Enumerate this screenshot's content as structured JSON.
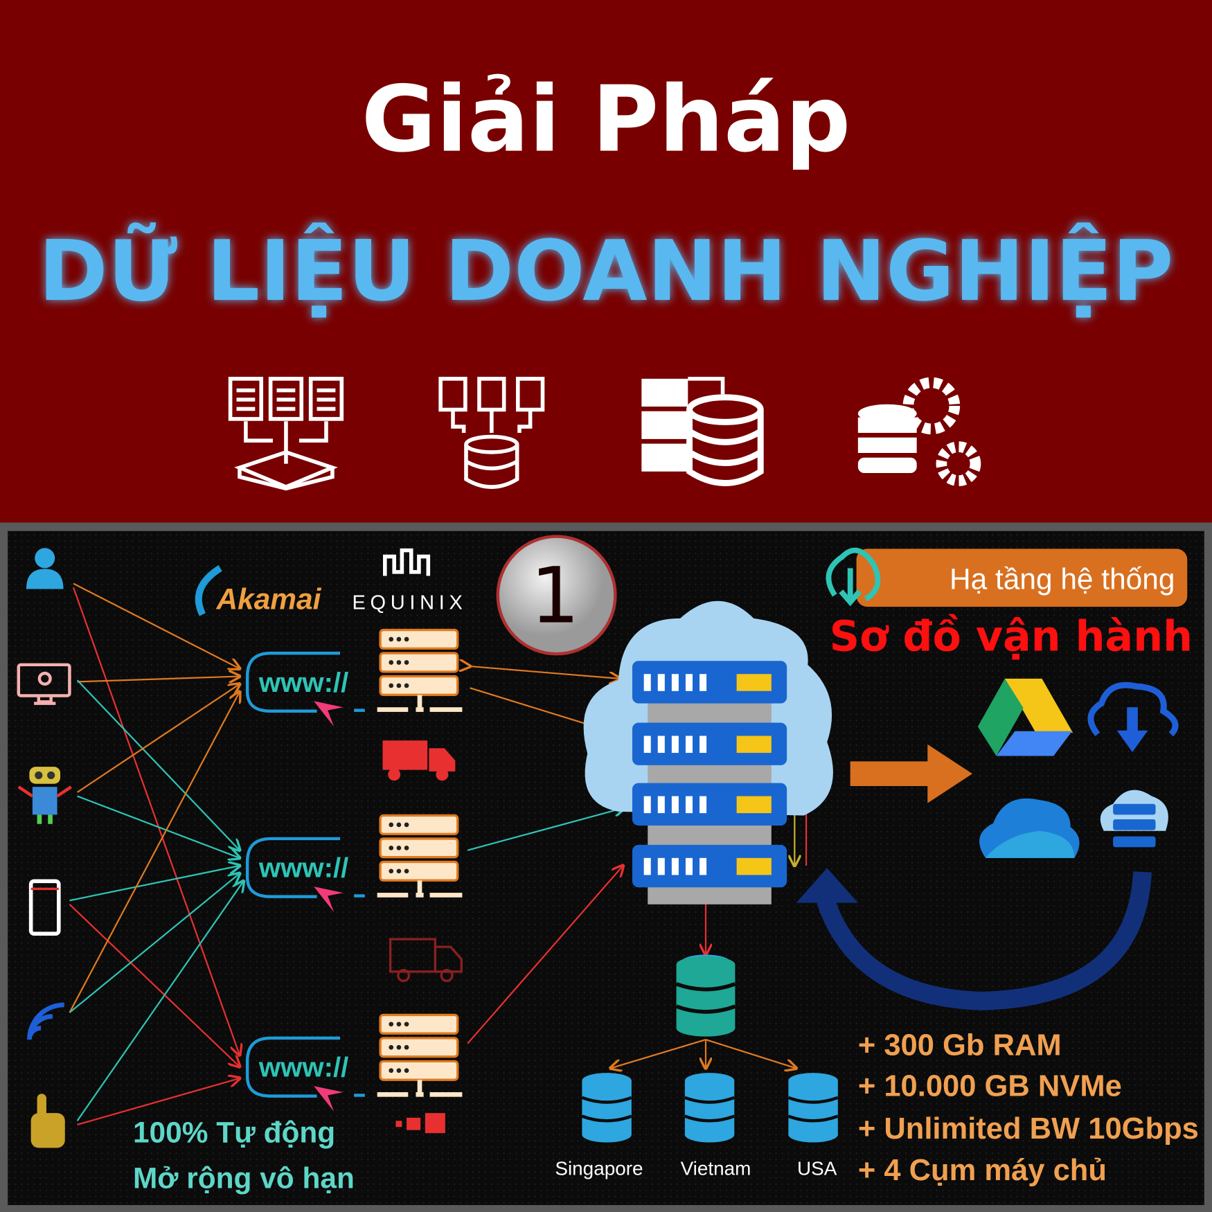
{
  "header": {
    "title": "Giải Pháp",
    "subtitle": "DỮ LIỆU DOANH NGHIỆP",
    "icons": [
      "documents-to-tray-icon",
      "documents-to-database-icon",
      "server-database-icon",
      "database-gears-icon"
    ],
    "background_color": "#780000",
    "subtitle_color": "#5ab8f0"
  },
  "diagram": {
    "logos": {
      "akamai": "Akamai",
      "equinix": "EQUINIX"
    },
    "step_number": "1",
    "www_label": "www://",
    "infrastructure_label": "Hạ tầng hệ thống",
    "operation_title": "Sơ đồ vận hành",
    "automation": [
      "100% Tự động",
      "Mở rộng vô hạn"
    ],
    "locations": [
      "Singapore",
      "Vietnam",
      "USA"
    ],
    "specs": [
      "+ 300 Gb RAM",
      "+ 10.000 GB NVMe",
      "+ Unlimited BW 10Gbps",
      "+ 4 Cụm máy chủ"
    ],
    "client_icons": [
      "user-icon",
      "monitor-icon",
      "robot-icon",
      "phone-icon",
      "wifi-icon",
      "hand-pointer-icon"
    ],
    "backup_icons": [
      "google-drive-icon",
      "cloud-download-icon",
      "onedrive-icon",
      "cloud-server-icon"
    ],
    "colors": {
      "orange": "#e07a20",
      "teal": "#2ec4b6",
      "red": "#e83030",
      "blue": "#1e6fd8",
      "spec_text": "#f0a050"
    }
  }
}
